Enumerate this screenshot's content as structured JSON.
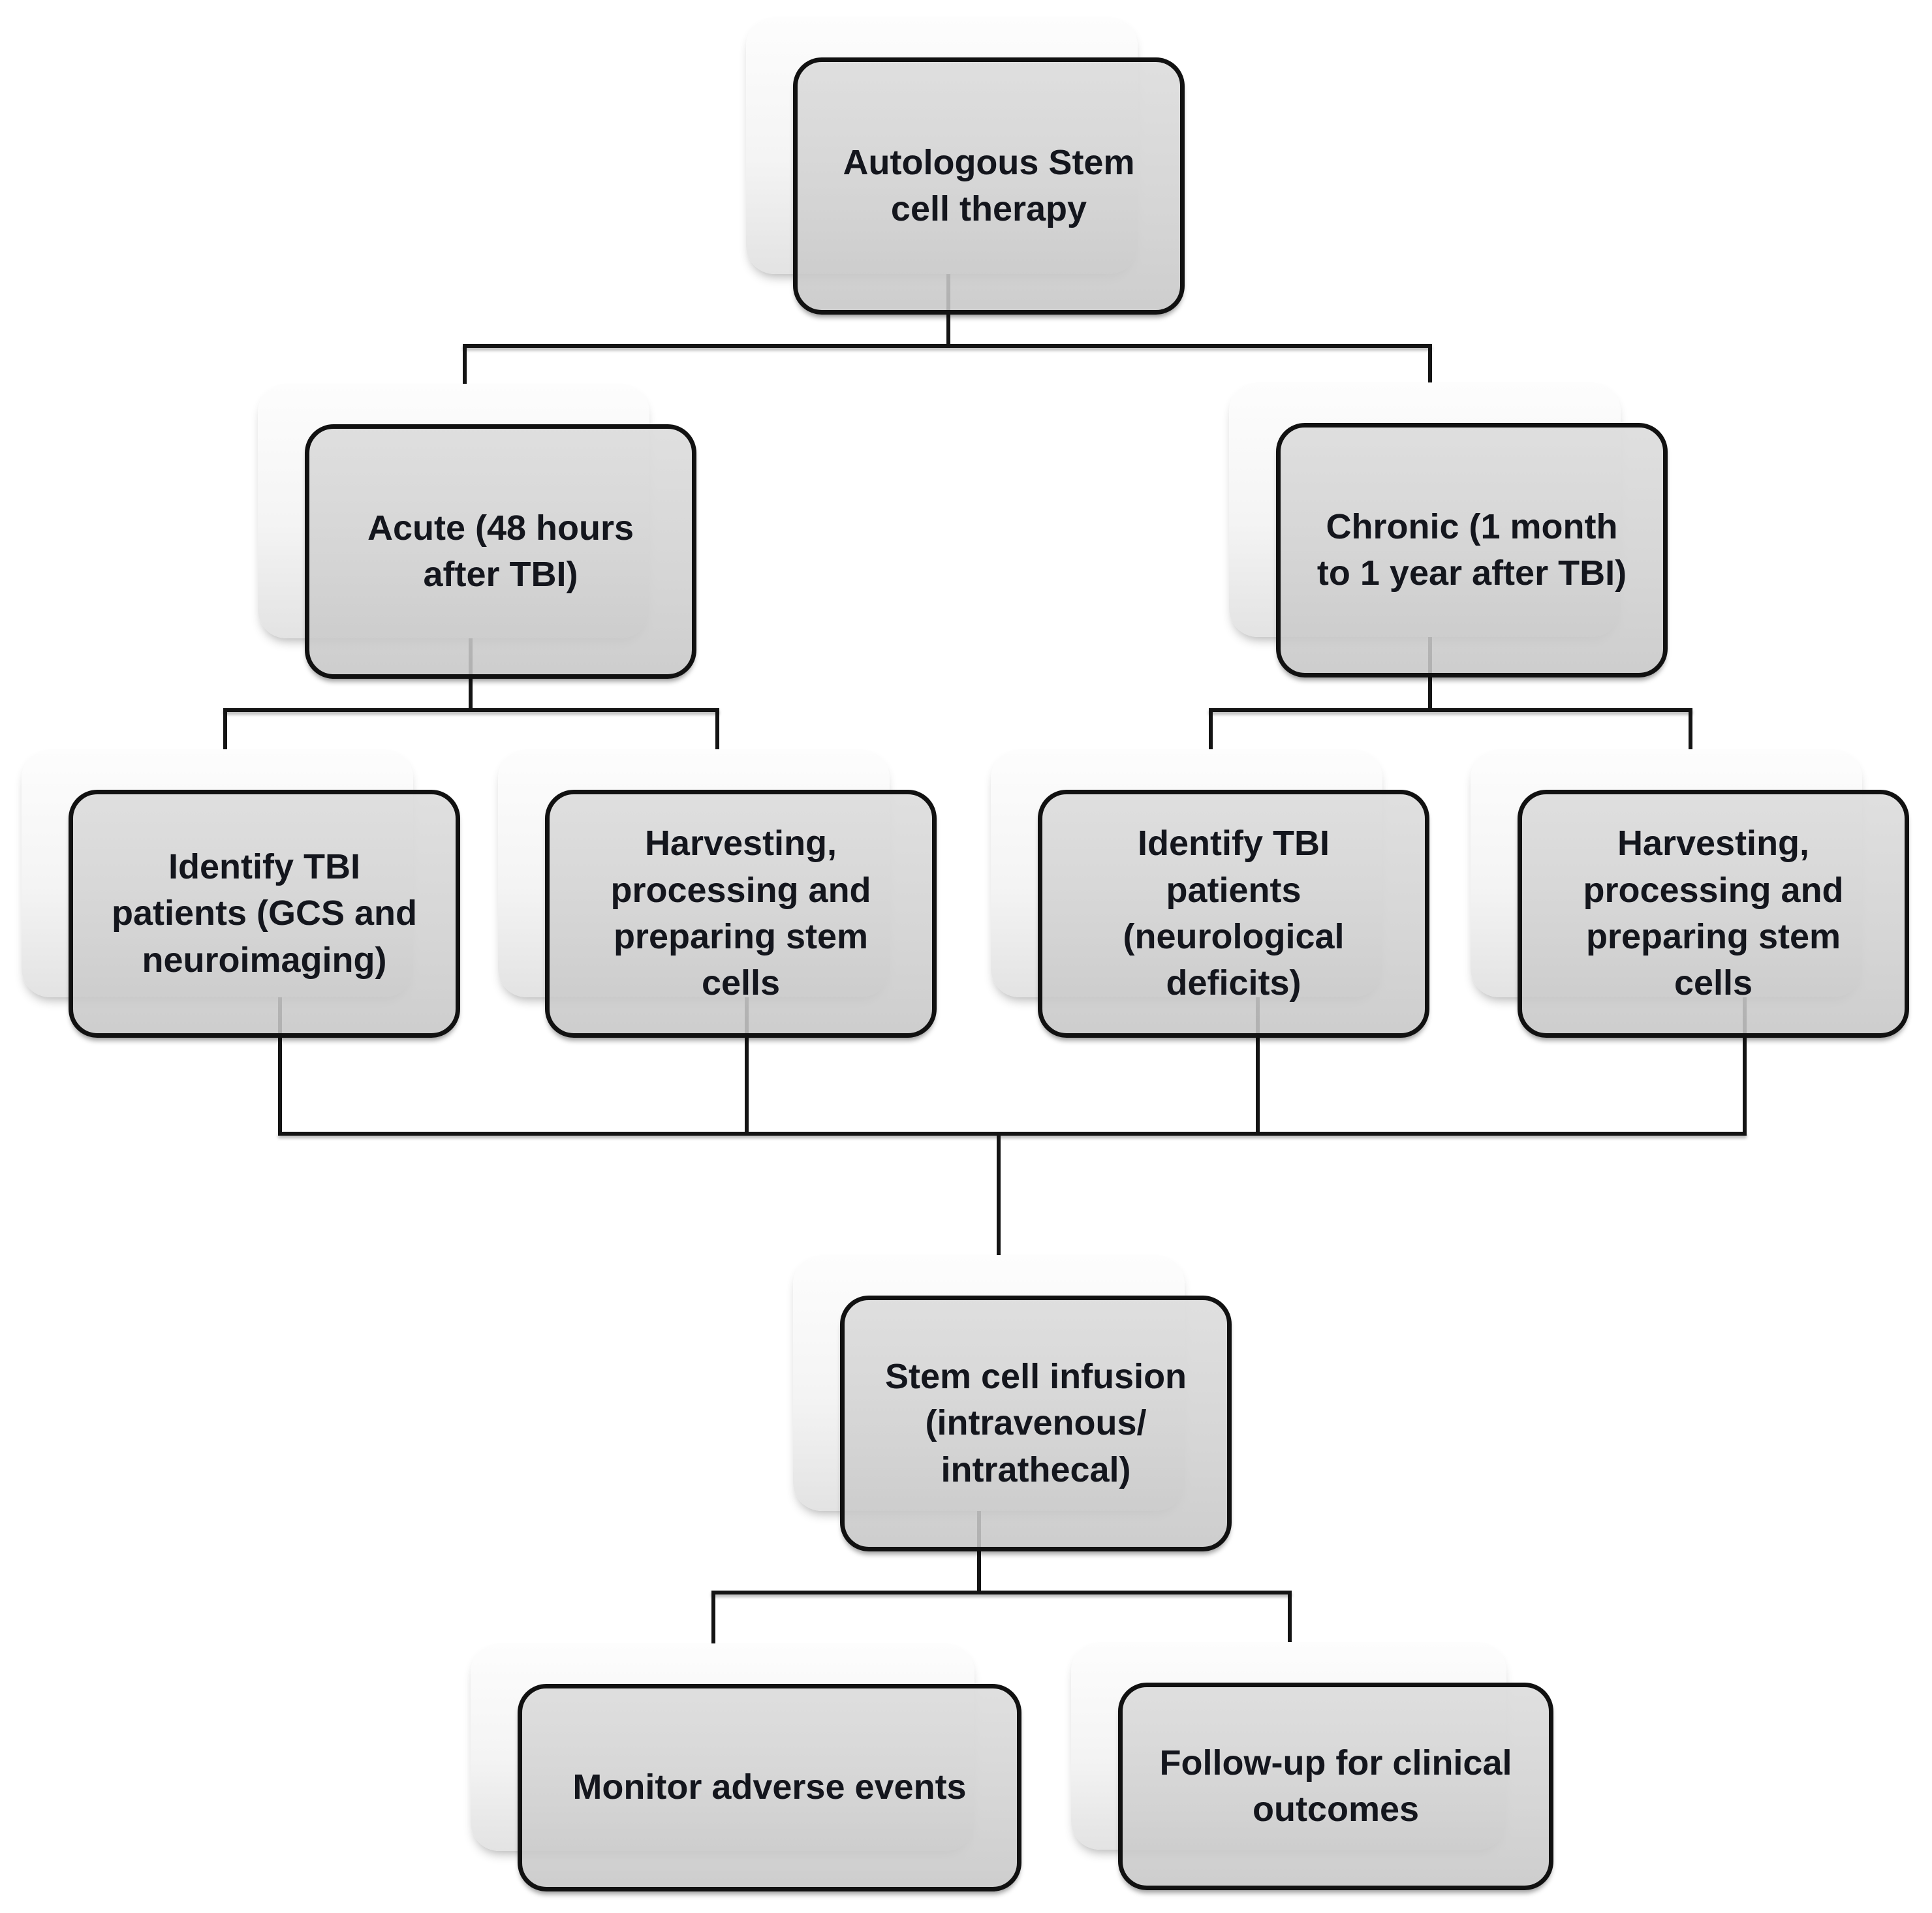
{
  "diagram": {
    "type": "flowchart",
    "nodes": {
      "root": {
        "label": "Autologous Stem\ncell therapy"
      },
      "acute": {
        "label": "Acute (48 hours\nafter TBI)"
      },
      "chronic": {
        "label": "Chronic (1 month\nto 1 year after TBI)"
      },
      "acute_identify": {
        "label": "Identify TBI\npatients  (GCS and\nneuroimaging)"
      },
      "acute_harvest": {
        "label": "Harvesting,\nprocessing and\npreparing stem\ncells"
      },
      "chronic_identify": {
        "label": "Identify TBI\npatients\n(neurological\ndeficits)"
      },
      "chronic_harvest": {
        "label": "Harvesting,\nprocessing and\npreparing stem\ncells"
      },
      "infusion": {
        "label": "Stem cell infusion\n(intravenous/\nintrathecal)"
      },
      "monitor": {
        "label": "Monitor adverse events"
      },
      "followup": {
        "label": "Follow-up for clinical\noutcomes"
      }
    },
    "edges": [
      [
        "root",
        "acute"
      ],
      [
        "root",
        "chronic"
      ],
      [
        "acute",
        "acute_identify"
      ],
      [
        "acute",
        "acute_harvest"
      ],
      [
        "chronic",
        "chronic_identify"
      ],
      [
        "chronic",
        "chronic_harvest"
      ],
      [
        "acute_identify",
        "infusion"
      ],
      [
        "acute_harvest",
        "infusion"
      ],
      [
        "chronic_identify",
        "infusion"
      ],
      [
        "chronic_harvest",
        "infusion"
      ],
      [
        "infusion",
        "monitor"
      ],
      [
        "infusion",
        "followup"
      ]
    ],
    "colors": {
      "background": "#ffffff",
      "box_border": "#111111",
      "connector": "#141414",
      "text": "#14161d"
    }
  }
}
